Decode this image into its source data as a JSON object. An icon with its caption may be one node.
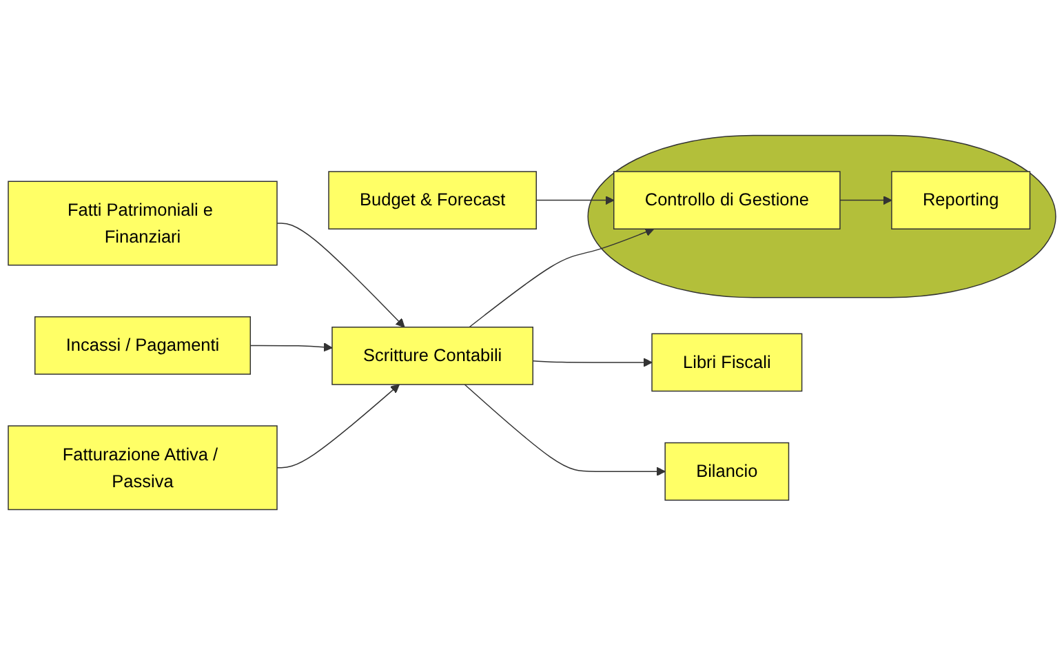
{
  "diagram": {
    "nodes": [
      {
        "text": [
          "Fatturazione Attiva / Passiva"
        ]
      },
      {
        "text": [
          "Incassi / Pagamenti"
        ]
      },
      {
        "text": [
          "Fatti Patrimoniali e Finanziari"
        ]
      },
      {
        "text": [
          "Budget & Forecast"
        ]
      },
      {
        "text": [
          "Scritture Contabili"
        ]
      },
      {
        "text": [
          "Libri Fiscali"
        ]
      },
      {
        "text": [
          "Bilancio"
        ]
      },
      {
        "text": [],
        "shape": "ellipse"
      },
      {
        "text": [
          "Controllo di Gestione"
        ],
        "in": 7
      },
      {
        "text": [
          "Reporting"
        ],
        "in": 7
      }
    ],
    "edges": [
      {
        "from": 0,
        "to": 4,
        "arrow": "to"
      },
      {
        "from": 1,
        "to": 4,
        "arrow": "to"
      },
      {
        "from": 2,
        "to": 4,
        "arrow": "to"
      },
      {
        "from": 4,
        "to": 5,
        "arrow": "to"
      },
      {
        "from": 4,
        "to": 6,
        "arrow": "to"
      },
      {
        "from": 4,
        "to": 8,
        "arrow": "to"
      },
      {
        "from": 3,
        "to": 8,
        "arrow": "to"
      },
      {
        "from": 8,
        "to": 9,
        "arrow": "to"
      }
    ]
  }
}
